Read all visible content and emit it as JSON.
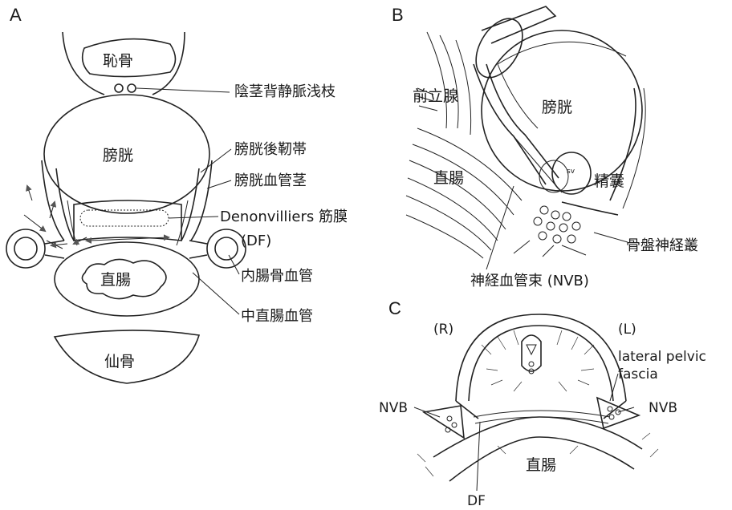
{
  "panels": {
    "a": "A",
    "b": "B",
    "c": "C"
  },
  "panel_a": {
    "pubis": "恥骨",
    "bladder": "膀胱",
    "rectum": "直腸",
    "sacrum": "仙骨",
    "labels": {
      "dorsal_vein": "陰茎背静脈浅枝",
      "posterior_ligament": "膀胱後靭帯",
      "vascular_pedicle": "膀胱血管茎",
      "denonvilliers": "Denonvilliers 筋膜",
      "df": "(DF)",
      "internal_iliac": "内腸骨血管",
      "middle_rectal": "中直腸血管"
    }
  },
  "panel_b": {
    "prostate": "前立腺",
    "bladder": "膀胱",
    "rectum": "直腸",
    "seminal_vesicle": "精囊",
    "sv": "sv",
    "pelvic_plexus": "骨盤神経叢",
    "nvb": "神経血管束 (NVB)"
  },
  "panel_c": {
    "right": "(R)",
    "left": "(L)",
    "fascia": "lateral pelvic\nfascia",
    "fascia_line1": "lateral pelvic",
    "fascia_line2": "fascia",
    "nvb_left": "NVB",
    "nvb_right": "NVB",
    "rectum": "直腸",
    "df": "DF"
  }
}
